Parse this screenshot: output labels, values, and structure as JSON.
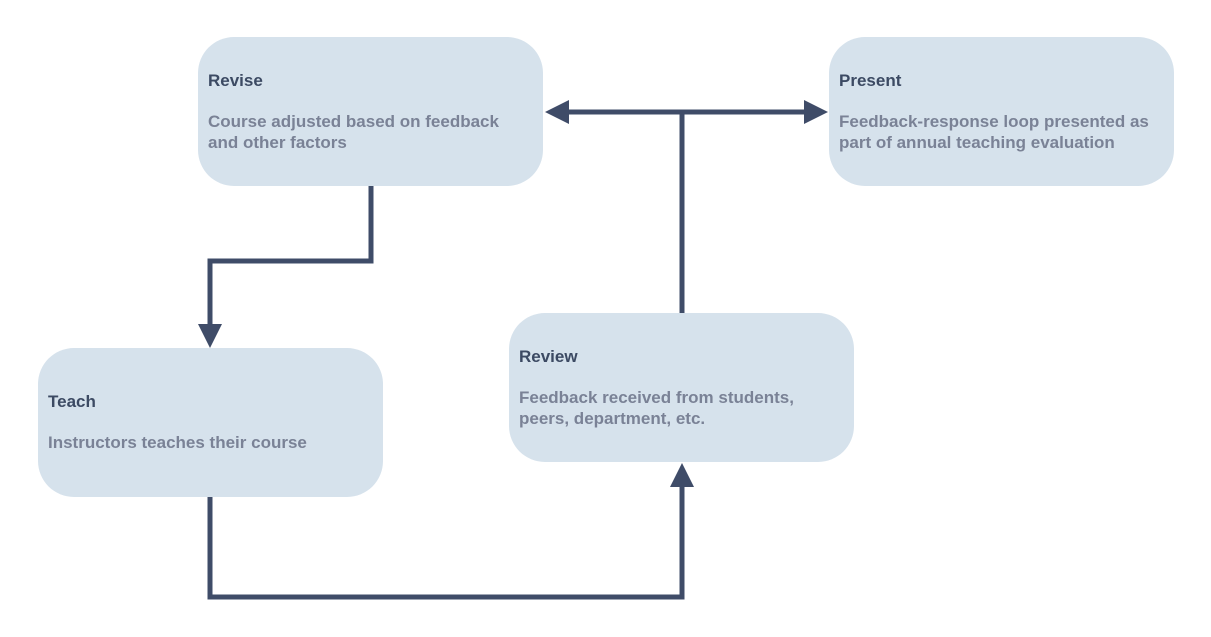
{
  "colors": {
    "node_fill": "#d6e2ec",
    "title_text": "#3c4a63",
    "desc_text": "#7a8296",
    "connector": "#3f4c68"
  },
  "nodes": {
    "revise": {
      "title": "Revise",
      "description": "Course adjusted based on feedback and other factors"
    },
    "present": {
      "title": "Present",
      "description": "Feedback-response loop presented as part of annual teaching evaluation"
    },
    "teach": {
      "title": "Teach",
      "description": "Instructors teaches their course"
    },
    "review": {
      "title": "Review",
      "description": "Feedback received from students, peers, department, etc."
    }
  },
  "edges": [
    {
      "from": "revise",
      "to": "teach"
    },
    {
      "from": "teach",
      "to": "review"
    },
    {
      "from": "review",
      "to": "revise"
    },
    {
      "from": "review",
      "to": "present"
    }
  ]
}
